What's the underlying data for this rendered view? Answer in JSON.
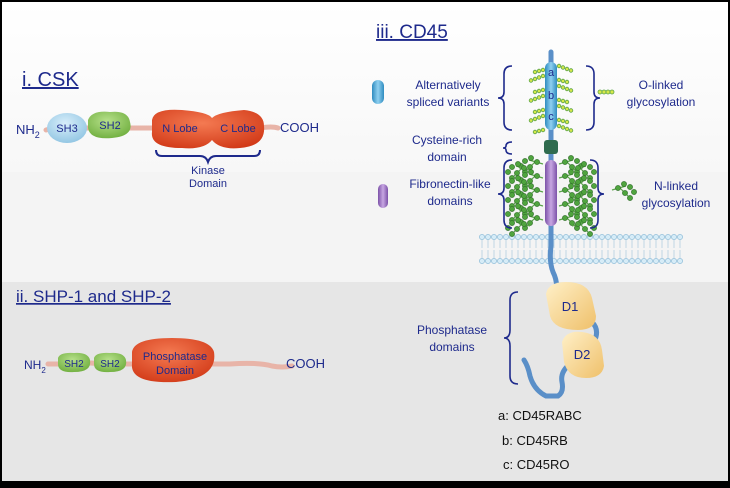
{
  "csk": {
    "title": "i. CSK",
    "nh2": "NH",
    "nh2_sub": "2",
    "sh3": "SH3",
    "sh2": "SH2",
    "n_lobe": "N Lobe",
    "c_lobe": "C Lobe",
    "cooh": "COOH",
    "kinase_line1": "Kinase",
    "kinase_line2": "Domain"
  },
  "shp": {
    "title": "ii. SHP-1 and SHP-2",
    "nh2": "NH",
    "nh2_sub": "2",
    "sh2_a": "SH2",
    "sh2_b": "SH2",
    "phos_line1": "Phosphatase",
    "phos_line2": "Domain",
    "cooh": "COOH"
  },
  "cd45": {
    "title": "iii. CD45",
    "alt_line1": "Alternatively",
    "alt_line2": "spliced variants",
    "olinked_line1": "O-linked",
    "olinked_line2": "glycosylation",
    "cys_line1": "Cysteine-rich",
    "cys_line2": "domain",
    "fibro_line1": "Fibronectin-like",
    "fibro_line2": "domains",
    "nlinked_line1": "N-linked",
    "nlinked_line2": "glycosylation",
    "phos_line1": "Phosphatase",
    "phos_line2": "domains",
    "d1": "D1",
    "d2": "D2",
    "exon_a": "a",
    "exon_b": "b",
    "exon_c": "c",
    "legend_a": "a: CD45RABC",
    "legend_b": "b: CD45RB",
    "legend_c": "c: CD45RO"
  },
  "colors": {
    "title": "#1e2a8c",
    "label": "#1e2a8c",
    "sh3": "#a9d4ec",
    "sh2": "#8cc55a",
    "kinase": "#e0502a",
    "linker": "#e8b4a8",
    "stalk": "#5a8fc8",
    "alt_exon": "#4ea8d6",
    "fibro": "#a47cc6",
    "cys": "#2f6b4e",
    "phos_domain": "#f7d48e",
    "glyco": "#5ba44a"
  }
}
